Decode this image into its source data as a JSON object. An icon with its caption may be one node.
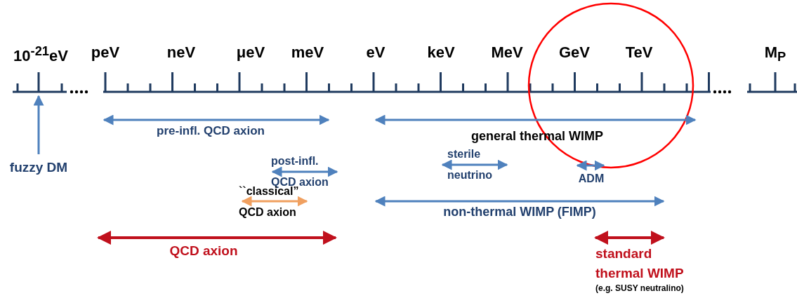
{
  "diagram": {
    "nodes": [
      {
        "text": [
          "fuzzy DM"
        ]
      },
      {
        "text": [],
        "shape": "bar"
      }
    ],
    "edges": [
      {
        "from": 0,
        "to": 1,
        "arrow": "to"
      }
    ],
    "labels": [
      "10$^{-21}$eV",
      "peV",
      "neV",
      "μeV",
      "meV",
      "eV",
      "keV",
      "MeV",
      "GeV",
      "TeV",
      "M$_{P}$",
      "pre-infl. QCD axion",
      "general thermal WIMP",
      "post-infl. QCD axion",
      "sterile neutrino",
      "ADM",
      "``classical” QCD axion",
      "non-thermal WIMP (FIMP)",
      "QCD axion",
      "standard thermal WIMP",
      "(e.g. SUSY neutralino)"
    ]
  }
}
